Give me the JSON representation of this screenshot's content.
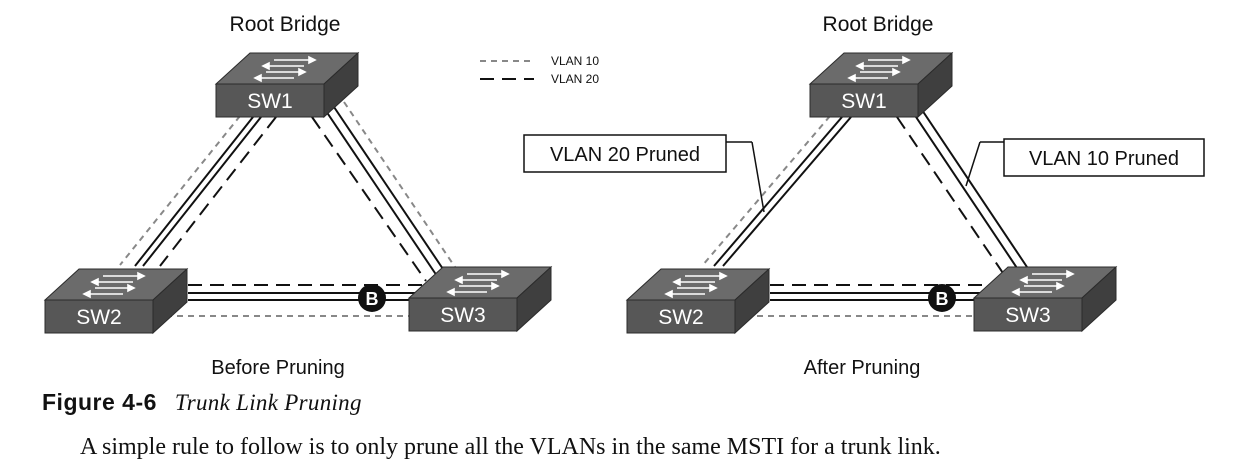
{
  "diagrams": [
    {
      "id": "before",
      "root_label": "Root Bridge",
      "panel_label": "Before Pruning",
      "switches": {
        "top": "SW1",
        "left": "SW2",
        "right": "SW3"
      },
      "blocked_marker": "B"
    },
    {
      "id": "after",
      "root_label": "Root Bridge",
      "panel_label": "After Pruning",
      "switches": {
        "top": "SW1",
        "left": "SW2",
        "right": "SW3"
      },
      "blocked_marker": "B",
      "callouts": {
        "left": "VLAN 20 Pruned",
        "right": "VLAN 10 Pruned"
      }
    }
  ],
  "legend": [
    {
      "label": "VLAN 10",
      "style": "short-dash-gray"
    },
    {
      "label": "VLAN 20",
      "style": "long-dash-black"
    }
  ],
  "figure": {
    "label": "Figure 4-6",
    "title": "Trunk Link Pruning"
  },
  "body_text": "A simple rule to follow is to only prune all the VLANs in the same MSTI for a trunk link.",
  "colors": {
    "switch_front": "#575757",
    "switch_top": "#6b6b6b",
    "switch_side": "#3f3f3f",
    "vlan10": "#888888",
    "vlan20": "#111111",
    "trunk": "#111111"
  }
}
